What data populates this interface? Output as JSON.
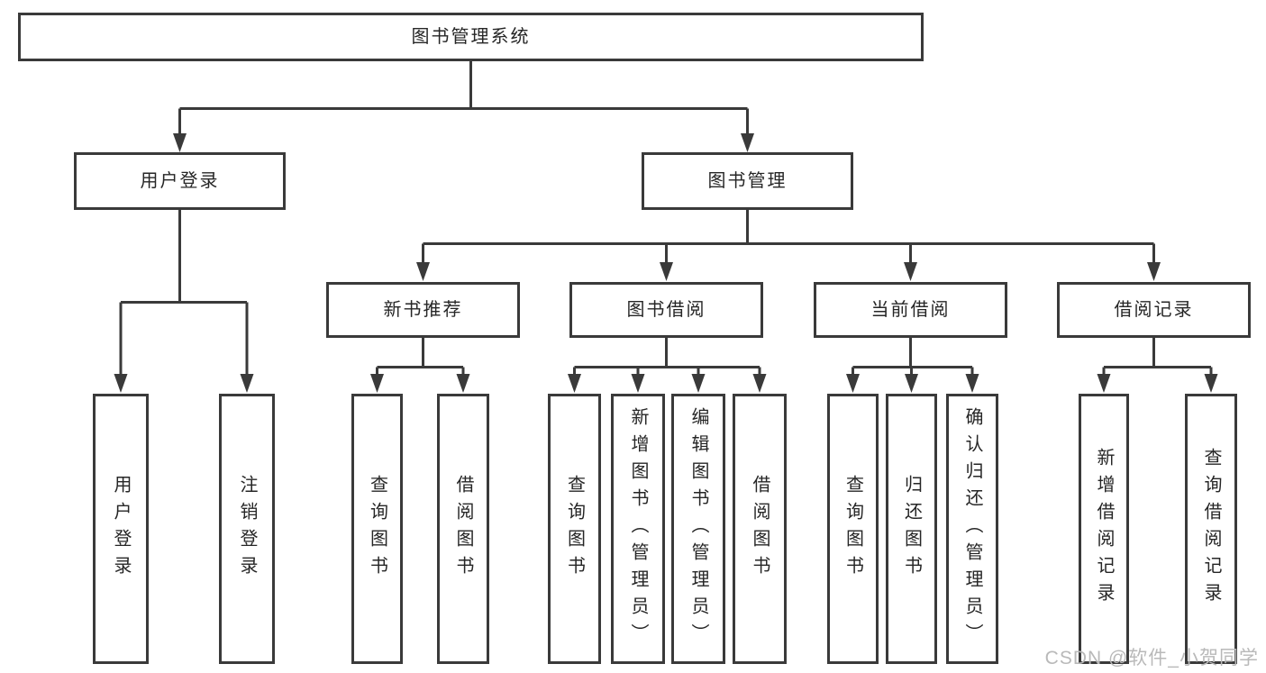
{
  "page": {
    "background": "#ffffff",
    "watermark": "CSDN @软件_小贺同学"
  },
  "diagram": {
    "type": "hierarchy-tree",
    "line_color": "#3a3a3a",
    "text_color": "#262626",
    "watermark_color": "#b9b9b9",
    "tree": {
      "label": "图书管理系统",
      "children": [
        {
          "label": "用户登录",
          "children": [
            {
              "label": "用户登录"
            },
            {
              "label": "注销登录"
            }
          ]
        },
        {
          "label": "图书管理",
          "children": [
            {
              "label": "新书推荐",
              "children": [
                {
                  "label": "查询图书"
                },
                {
                  "label": "借阅图书"
                }
              ]
            },
            {
              "label": "图书借阅",
              "children": [
                {
                  "label": "查询图书"
                },
                {
                  "label": "新增图书（管理员）"
                },
                {
                  "label": "编辑图书（管理员）"
                },
                {
                  "label": "借阅图书"
                }
              ]
            },
            {
              "label": "当前借阅",
              "children": [
                {
                  "label": "查询图书"
                },
                {
                  "label": "归还图书"
                },
                {
                  "label": "确认归还（管理员）"
                }
              ]
            },
            {
              "label": "借阅记录",
              "children": [
                {
                  "label": "新增借阅记录"
                },
                {
                  "label": "查询借阅记录"
                }
              ]
            }
          ]
        }
      ]
    }
  }
}
